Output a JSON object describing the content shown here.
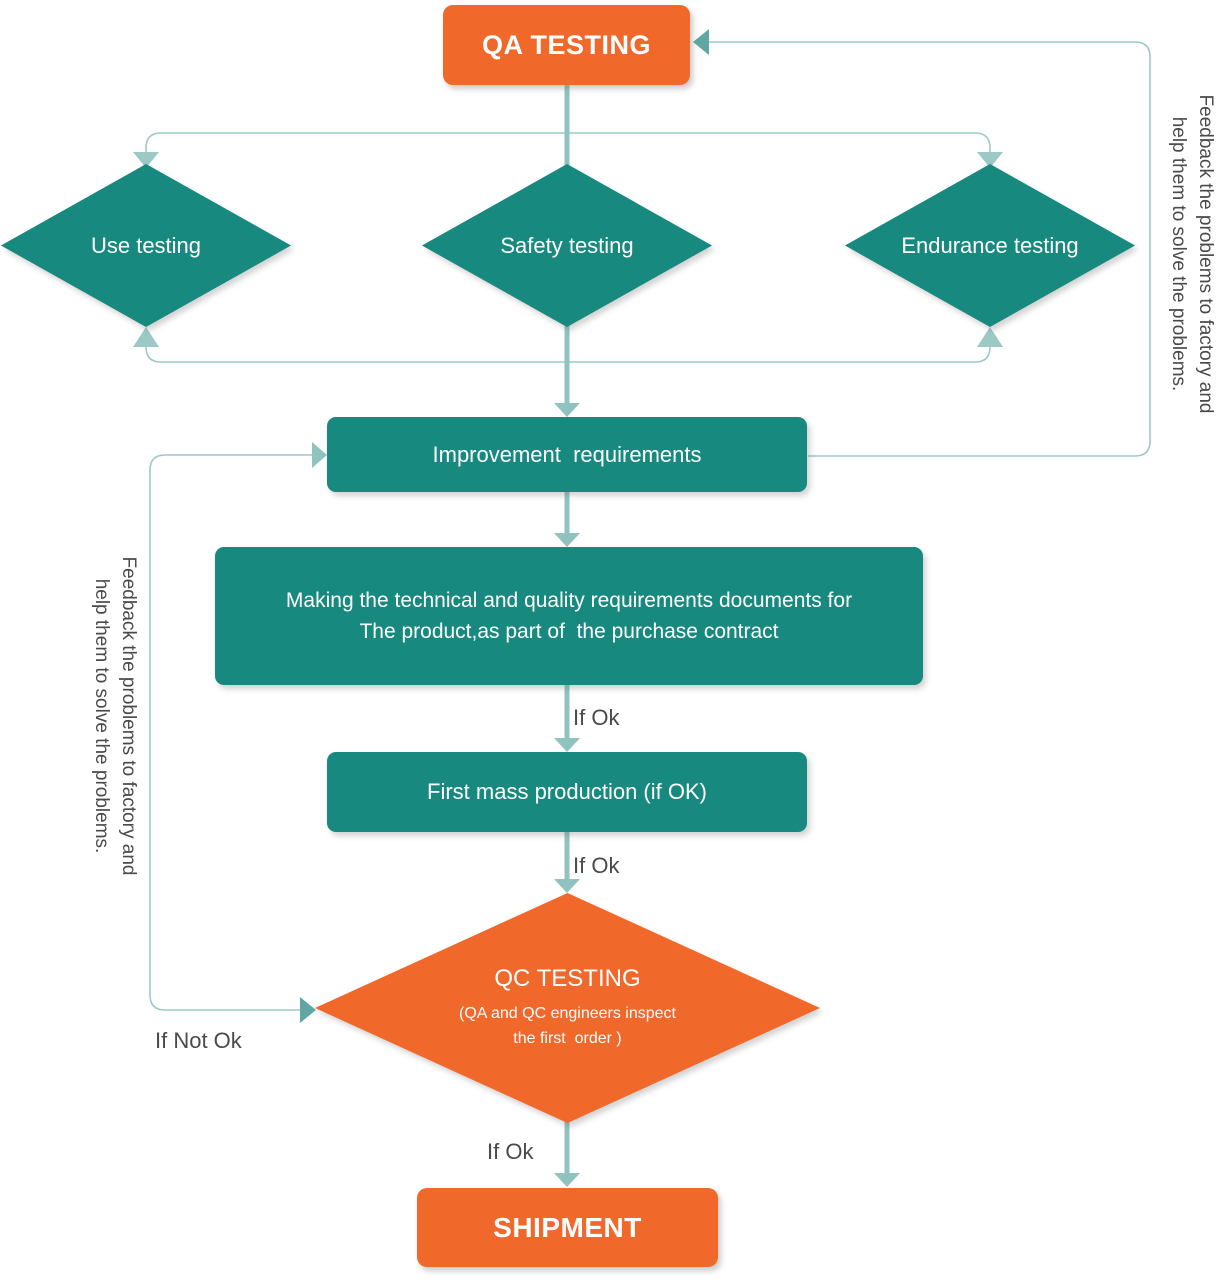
{
  "colors": {
    "orange": "#F1682B",
    "teal": "#17897E",
    "flow_line": "#8FC3BF",
    "thin_line": "#9CC9C5",
    "loop_arrow": "#5FA7A2",
    "label_text": "#4A4A4C"
  },
  "nodes": {
    "qa_testing": {
      "label": "QA TESTING"
    },
    "diamonds": [
      {
        "label": "Use testing"
      },
      {
        "label": "Safety testing"
      },
      {
        "label": "Endurance testing"
      }
    ],
    "improvement": {
      "label": "Improvement  requirements"
    },
    "making": {
      "line1": "Making the technical and quality requirements documents for",
      "line2": "The product,as part of  the purchase contract"
    },
    "first_mass": {
      "label": "First mass production (if OK)"
    },
    "qc_testing": {
      "title": "QC TESTING",
      "subtitle_line1": "(QA and QC engineers inspect",
      "subtitle_line2": "the first  order )"
    },
    "shipment": {
      "label": "SHIPMENT"
    }
  },
  "edge_labels": {
    "if_ok_1": "If Ok",
    "if_ok_2": "If Ok",
    "if_ok_3": "If Ok",
    "if_not_ok": "If Not Ok"
  },
  "side_notes": {
    "right": {
      "line1": "Feedback the problems to factory and",
      "line2": "help them to solve the problems."
    },
    "left": {
      "line1": "Feedback the problems to factory and",
      "line2": "help them to solve the problems."
    }
  }
}
